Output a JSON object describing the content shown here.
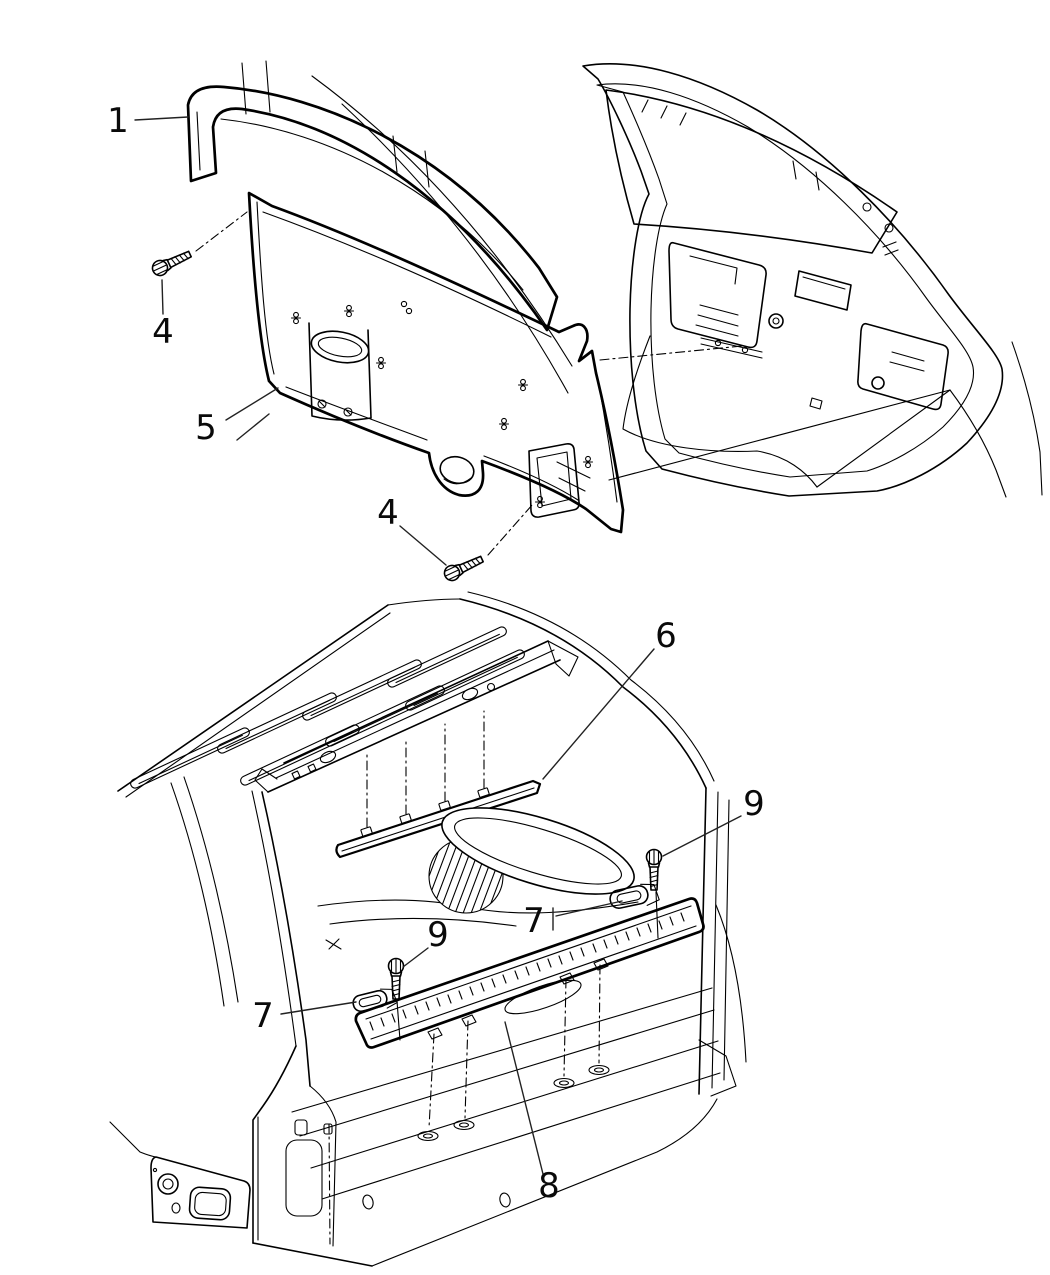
{
  "colors": {
    "background": "#ffffff",
    "line_art": "#000000",
    "callout_text": "#0a0a0a"
  },
  "callouts": [
    {
      "id": "callout-1",
      "label": "1"
    },
    {
      "id": "callout-4-upper",
      "label": "4"
    },
    {
      "id": "callout-5",
      "label": "5"
    },
    {
      "id": "callout-4-lower",
      "label": "4"
    },
    {
      "id": "callout-6",
      "label": "6"
    },
    {
      "id": "callout-9-right",
      "label": "9"
    },
    {
      "id": "callout-7-right",
      "label": "7"
    },
    {
      "id": "callout-9-left",
      "label": "9"
    },
    {
      "id": "callout-7-left",
      "label": "7"
    },
    {
      "id": "callout-8",
      "label": "8"
    }
  ]
}
